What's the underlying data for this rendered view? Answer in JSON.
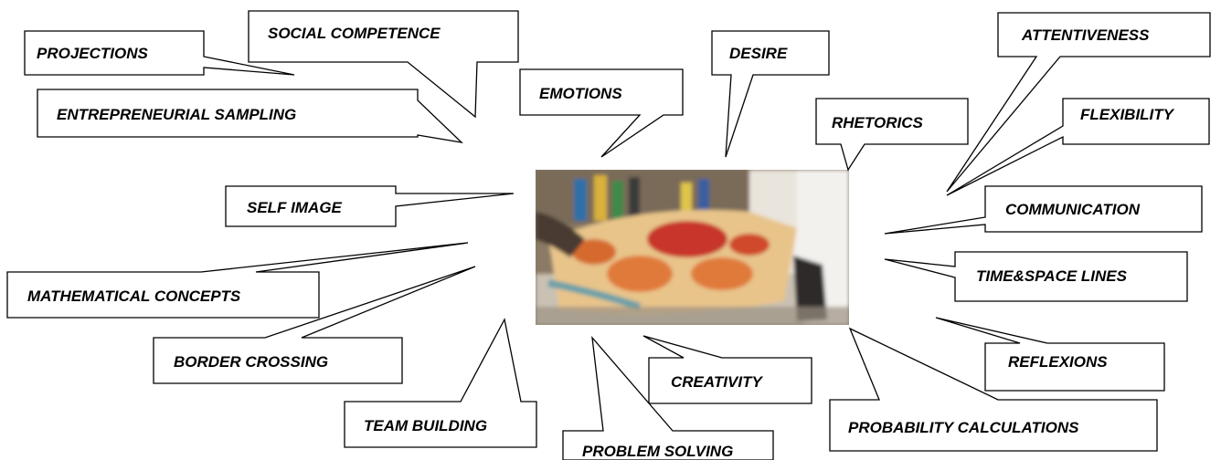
{
  "photo": {
    "description_icon": "painting-photo",
    "colors": {
      "paper": "#e8c48a",
      "red": "#c8352a",
      "orange": "#e07a3a",
      "table": "#c9c1b3",
      "dark": "#3b3530"
    }
  },
  "callouts": [
    {
      "id": "projections",
      "label": "PROJECTIONS"
    },
    {
      "id": "social-competence",
      "label": "SOCIAL COMPETENCE"
    },
    {
      "id": "entrepreneurial-sampling",
      "label": "ENTREPRENEURIAL SAMPLING"
    },
    {
      "id": "emotions",
      "label": "EMOTIONS"
    },
    {
      "id": "desire",
      "label": "DESIRE"
    },
    {
      "id": "rhetorics",
      "label": "RHETORICS"
    },
    {
      "id": "attentiveness",
      "label": "ATTENTIVENESS"
    },
    {
      "id": "flexibility",
      "label": "FLEXIBILITY"
    },
    {
      "id": "self-image",
      "label": "SELF IMAGE"
    },
    {
      "id": "communication",
      "label": "COMMUNICATION"
    },
    {
      "id": "mathematical-concepts",
      "label": "MATHEMATICAL CONCEPTS"
    },
    {
      "id": "time-space-lines",
      "label": "TIME&SPACE LINES"
    },
    {
      "id": "border-crossing",
      "label": "BORDER CROSSING"
    },
    {
      "id": "reflexions",
      "label": "REFLEXIONS"
    },
    {
      "id": "creativity",
      "label": "CREATIVITY"
    },
    {
      "id": "team-building",
      "label": "TEAM BUILDING"
    },
    {
      "id": "probability-calculations",
      "label": "PROBABILITY CALCULATIONS"
    },
    {
      "id": "problem-solving",
      "label": "PROBLEM SOLVING"
    }
  ]
}
